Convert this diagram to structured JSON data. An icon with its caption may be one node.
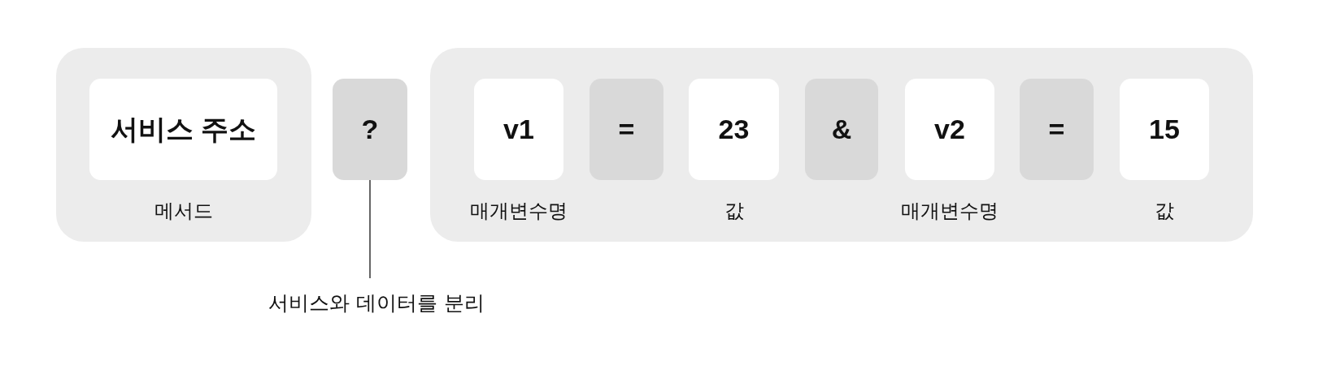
{
  "diagram": {
    "nodes": [
      {
        "text": [],
        "shape": "box"
      },
      {
        "text": [
          "서비스 주소"
        ],
        "in": 0,
        "beside": [
          "메서드"
        ]
      },
      {
        "text": [
          "?"
        ]
      },
      {
        "text": [],
        "shape": "box"
      },
      {
        "text": [
          "v1"
        ],
        "in": 3,
        "beside": [
          "매개변수명"
        ]
      },
      {
        "text": [
          "="
        ],
        "in": 3
      },
      {
        "text": [
          "23"
        ],
        "in": 3,
        "beside": [
          "값"
        ]
      },
      {
        "text": [
          "&"
        ],
        "in": 3
      },
      {
        "text": [
          "v2"
        ],
        "in": 3,
        "beside": [
          "매개변수명"
        ]
      },
      {
        "text": [
          "="
        ],
        "in": 3
      },
      {
        "text": [
          "15"
        ],
        "in": 3,
        "beside": [
          "값"
        ]
      },
      {
        "text": [
          "서비스와 데이터를 분리"
        ]
      }
    ],
    "edges": [
      {
        "from": 11,
        "to": 2,
        "arrow": "none"
      }
    ]
  }
}
